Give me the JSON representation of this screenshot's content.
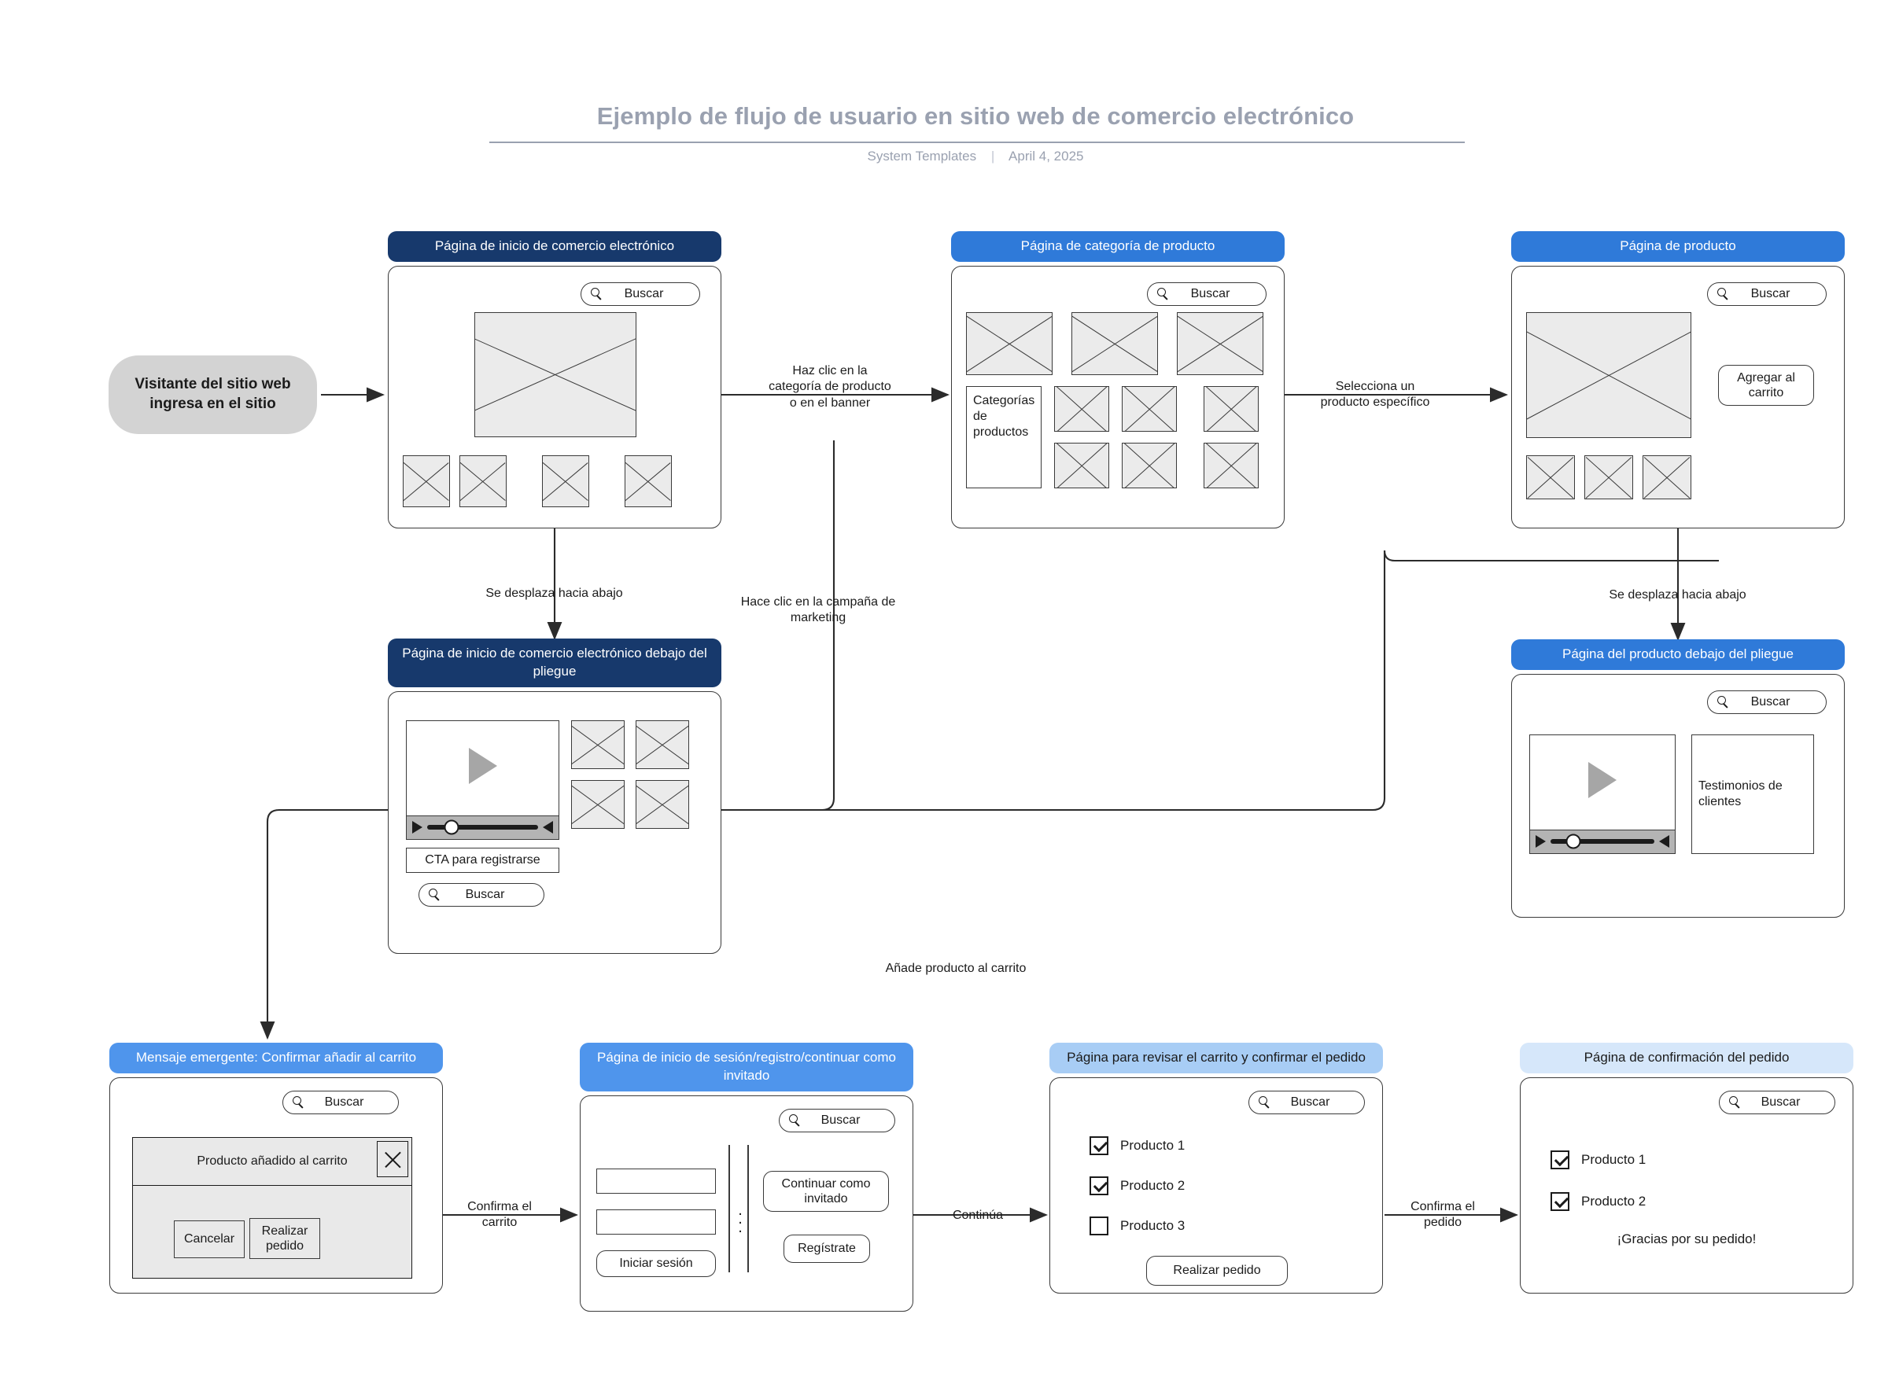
{
  "header": {
    "title": "Ejemplo de flujo de usuario en sitio web de comercio electrónico",
    "author": "System Templates",
    "date": "April 4, 2025",
    "separator": "|"
  },
  "common": {
    "search_label": "Buscar",
    "search_icon": "search-icon"
  },
  "start": {
    "label": "Visitante del sitio web ingresa en el sitio"
  },
  "nodes": {
    "home": {
      "title": "Página de inicio de comercio electrónico",
      "search": "Buscar"
    },
    "category": {
      "title": "Página de categoría de producto",
      "search": "Buscar",
      "sidebar_label": "Categorías de productos"
    },
    "product": {
      "title": "Página de producto",
      "search": "Buscar",
      "add_to_cart": "Agregar al carrito"
    },
    "home_fold": {
      "title": "Página de inicio de comercio electrónico debajo del pliegue",
      "search": "Buscar",
      "cta": "CTA para registrarse"
    },
    "product_fold": {
      "title": "Página del producto debajo del pliegue",
      "search": "Buscar",
      "testimonials": "Testimonios de clientes"
    },
    "popup": {
      "title": "Mensaje emergente: Confirmar añadir al carrito",
      "search": "Buscar",
      "modal_title": "Producto añadido al carrito",
      "close_icon": "close-icon",
      "cancel": "Cancelar",
      "place_order": "Realizar pedido"
    },
    "login": {
      "title": "Página de inicio de sesión/registro/continuar como invitado",
      "search": "Buscar",
      "sign_in": "Iniciar sesión",
      "guest": "Continuar como invitado",
      "register": "Regístrate",
      "divider_dots": ":"
    },
    "cart": {
      "title": "Página para revisar el carrito y confirmar el pedido",
      "search": "Buscar",
      "items": [
        {
          "label": "Producto 1",
          "checked": true
        },
        {
          "label": "Producto 2",
          "checked": true
        },
        {
          "label": "Producto 3",
          "checked": false
        }
      ],
      "place_order": "Realizar pedido"
    },
    "confirm": {
      "title": "Página de confirmación del pedido",
      "search": "Buscar",
      "items": [
        {
          "label": "Producto 1",
          "checked": true
        },
        {
          "label": "Producto 2",
          "checked": true
        }
      ],
      "thanks": "¡Gracias por su pedido!"
    }
  },
  "edges": {
    "to_home": "",
    "home_to_category": "Haz clic en la categoría de producto o en el banner",
    "category_to_product": "Selecciona un producto específico",
    "home_scroll": "Se desplaza hacia abajo",
    "fold_to_category": "Hace clic en la campaña de marketing",
    "product_scroll": "Se desplaza hacia abajo",
    "add_to_cart": "Añade producto al carrito",
    "confirm_cart": "Confirma el carrito",
    "continue": "Continúa",
    "confirm_order": "Confirma el pedido"
  },
  "colors": {
    "navy": "#17396c",
    "blue": "#2f7ad9",
    "blue_mid": "#4f95ec",
    "blue_light": "#a8cdf5",
    "blue_xlight": "#d6e7fa",
    "title_gray": "#9aa1b0",
    "stroke": "#3a3a3a",
    "placeholder_fill": "#ebebeb"
  }
}
